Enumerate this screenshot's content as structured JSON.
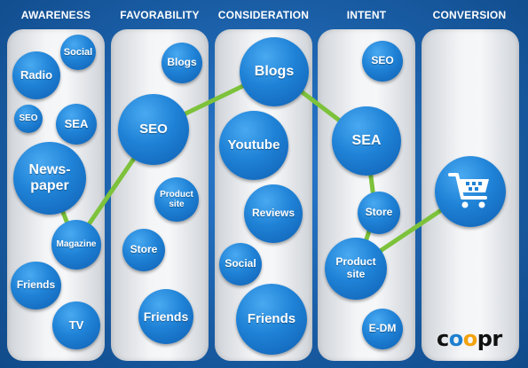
{
  "stages": [
    {
      "id": "awareness",
      "label": "AWARENESS"
    },
    {
      "id": "favorability",
      "label": "FAVORABILITY"
    },
    {
      "id": "consideration",
      "label": "CONSIDERATION"
    },
    {
      "id": "intent",
      "label": "INTENT"
    },
    {
      "id": "conversion",
      "label": "CONVERSION"
    }
  ],
  "bubbles": {
    "awareness": {
      "radio": "Radio",
      "social": "Social",
      "seo": "SEO",
      "sea": "SEA",
      "newspaper": "News-\npaper",
      "magazine": "Magazine",
      "friends": "Friends",
      "tv": "TV"
    },
    "favorability": {
      "blogs": "Blogs",
      "seo": "SEO",
      "product_site": "Product\nsite",
      "store": "Store",
      "friends": "Friends"
    },
    "consideration": {
      "blogs": "Blogs",
      "youtube": "Youtube",
      "reviews": "Reviews",
      "social": "Social",
      "friends": "Friends"
    },
    "intent": {
      "seo": "SEO",
      "sea": "SEA",
      "store": "Store",
      "product_site": "Product\nsite",
      "edm": "E-DM"
    },
    "conversion": {
      "cart_icon": "shopping-cart-icon"
    }
  },
  "path": [
    "newspaper",
    "magazine",
    "seo",
    "blogs",
    "sea",
    "store",
    "product_site",
    "cart"
  ],
  "colors": {
    "background": "#1a5fa8",
    "bubble": "#1f82d6",
    "path_line": "#7dc23b",
    "column": "#eef0f2"
  },
  "logo": {
    "c1": "c",
    "o1": "o",
    "o2": "o",
    "rest": "pr"
  }
}
